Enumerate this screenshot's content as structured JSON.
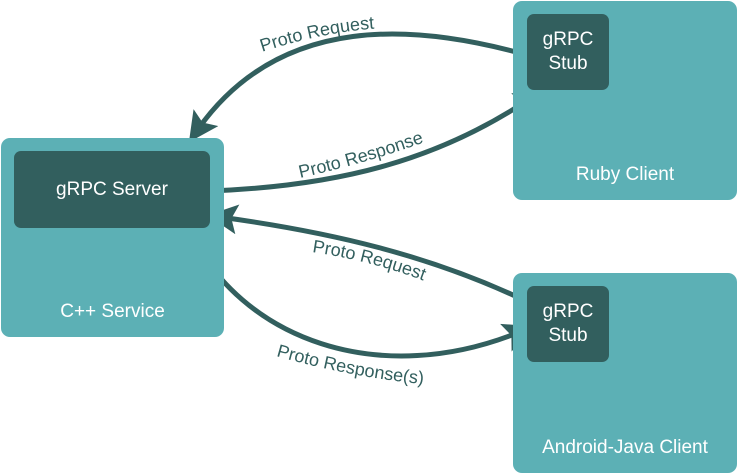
{
  "colors": {
    "outer": "#5cb0b5",
    "inner": "#325f5e",
    "arrow": "#325f5e",
    "text_light": "#ffffff"
  },
  "nodes": {
    "cpp_service": {
      "label": "C++ Service",
      "inner_label": "gRPC Server"
    },
    "ruby_client": {
      "label": "Ruby Client",
      "inner_label": "gRPC\nStub"
    },
    "android_client": {
      "label": "Android-Java Client",
      "inner_label": "gRPC\nStub"
    }
  },
  "edges": [
    {
      "from": "ruby_client",
      "to": "cpp_service",
      "label": "Proto Request"
    },
    {
      "from": "cpp_service",
      "to": "ruby_client",
      "label": "Proto Response"
    },
    {
      "from": "android_client",
      "to": "cpp_service",
      "label": "Proto Request"
    },
    {
      "from": "cpp_service",
      "to": "android_client",
      "label": "Proto Response(s)"
    }
  ]
}
